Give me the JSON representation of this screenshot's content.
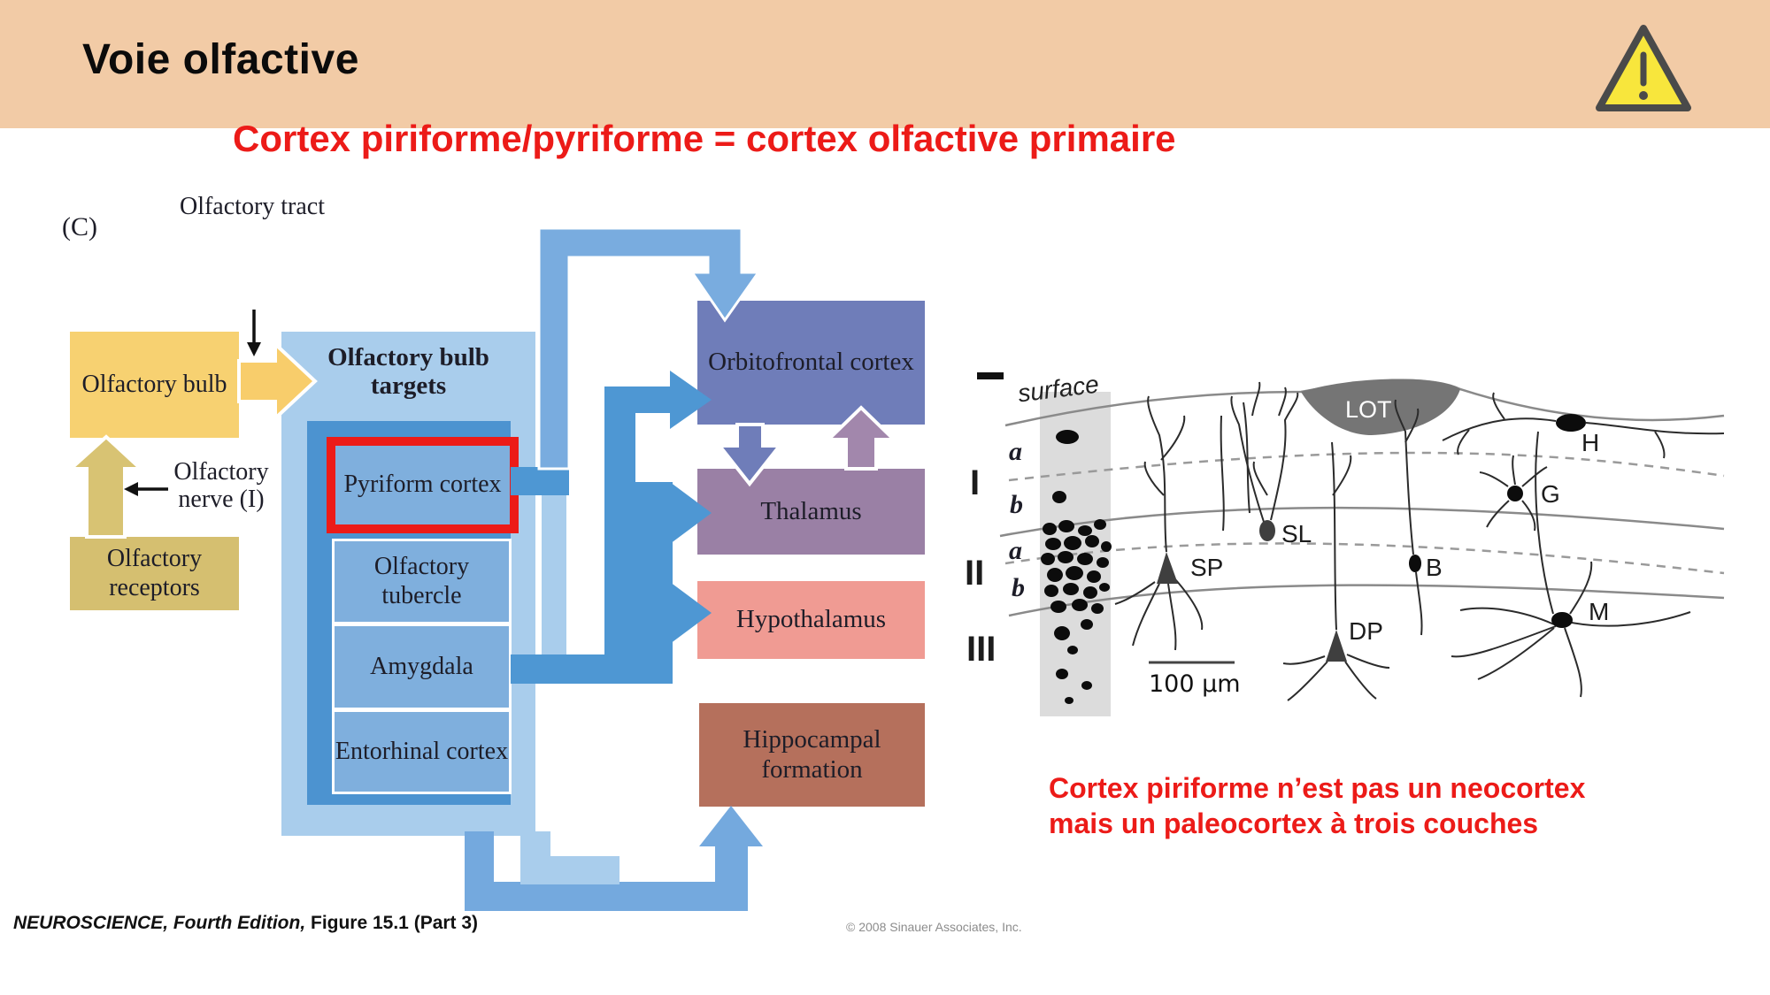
{
  "header": {
    "title": "Voie olfactive"
  },
  "headline": "Cortex piriforme/pyriforme = cortex olfactive primaire",
  "note": {
    "line1": "Cortex piriforme n’est pas un neocortex",
    "line2": "mais un paleocortex à trois couches"
  },
  "diagram": {
    "panel_label": "(C)",
    "olfactory_tract": "Olfactory tract",
    "olfactory_bulb": "Olfactory bulb",
    "olfactory_nerve": "Olfactory nerve (I)",
    "olfactory_receptors": "Olfactory receptors",
    "targets_title": "Olfactory bulb targets",
    "boxes": {
      "pyriform": "Pyriform cortex",
      "tubercle": "Olfactory tubercle",
      "amygdala": "Amygdala",
      "entorhinal": "Entorhinal cortex",
      "orbitofrontal": "Orbitofrontal cortex",
      "thalamus": "Thalamus",
      "hypothalamus": "Hypothalamus",
      "hippocampal": "Hippocampal formation"
    }
  },
  "histology": {
    "surface_label": "surface",
    "lot_label": "LOT",
    "scale_label": "100 μm",
    "layers": {
      "l1": "I",
      "l2": "II",
      "l3": "III"
    },
    "sublayers": {
      "a1": "a",
      "b1": "b",
      "a2": "a",
      "b2": "b"
    },
    "cells": {
      "h": "H",
      "g": "G",
      "sl": "SL",
      "sp": "SP",
      "b": "B",
      "m": "M",
      "dp": "DP"
    }
  },
  "credits": {
    "source_italic": "NEUROSCIENCE, Fourth Edition,",
    "source_rest": " Figure 15.1 (Part 3)",
    "copyright": "© 2008 Sinauer Associates, Inc."
  },
  "colors": {
    "header_bg": "#F2CBA6",
    "accent_red": "#EC1B18",
    "warning_yellow": "#F8E63C",
    "warning_border": "#4A4A4A",
    "bulb_yellow": "#F7D171",
    "arrow_yellow": "#F8CD6B",
    "receptor_tan": "#D5BF70",
    "arrow_tan": "#D8C373",
    "light_blue": "#A9CDEC",
    "container_blue": "#4C93D0",
    "target_box_blue": "#7FAFDD",
    "elbow_blue": "#79ACDF",
    "mid_arrow_blue": "#4E97D3",
    "hippo_arrow_blue": "#74A9DE",
    "ofc_purple": "#6F7DB9",
    "thalamus_mauve": "#9A80A5",
    "up_arrow_mauve": "#A287AC",
    "hypothalamus_salmon": "#F09B93",
    "hippocampal_brown": "#B5705C",
    "lot_gray": "#757575",
    "column_gray": "#DCDCDC"
  }
}
